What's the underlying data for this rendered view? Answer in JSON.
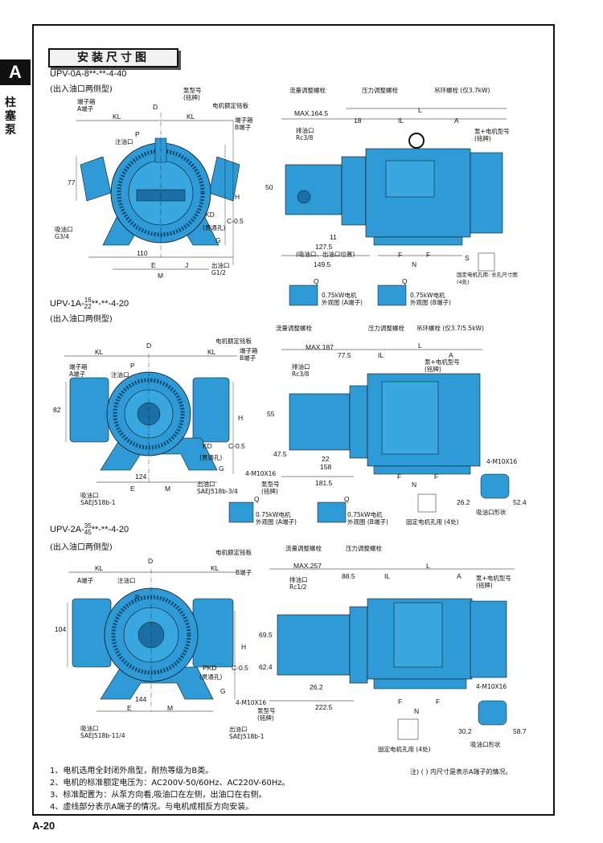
{
  "section": {
    "letter": "A",
    "label": "柱塞泵",
    "title": "安装尺寸图"
  },
  "page_number": "A-20",
  "diagrams": [
    {
      "model": "UPV-0A-8**-**-4-40",
      "subtitle": "(出入油口两侧型)",
      "labels": {
        "terminal_box_a": "端子箱\nA端子",
        "filling_port": "注油口",
        "pump_model": "泵型号\n(铭牌)",
        "motor_plate": "电机额定铭板",
        "terminal_box_b": "端子箱\nB端子",
        "flow_bolt": "流量调整螺栓",
        "pressure_bolt": "压力调整螺栓",
        "lifting_bolt": "吊环螺栓 (仅3.7kW)",
        "drain_port": "排油口\nRc3/8",
        "pump_motor_model": "泵+电机型号\n(铭牌)",
        "suction_port": "吸油口\nG3/4",
        "outlet_port": "出油口\nG1/2",
        "through_hole": "(贯通孔)",
        "pipe_note": "(吸油口、出油口位置)",
        "mount_holes": "固定电机孔用: 长孔尺寸图\n(4处)",
        "view_a": "0.75kW电机\n外观图 (A端子)",
        "view_b": "0.75kW电机\n外观图 (B端子)"
      },
      "dims": {
        "kl": "KL",
        "d": "D",
        "p": "P",
        "h": "H",
        "c": "C-0.5",
        "g": "G",
        "m": "M",
        "e": "E",
        "j": "J",
        "k": "KD",
        "w110": "110",
        "h77": "77",
        "max": "MAX.164.5",
        "v18": "18",
        "il": "IL",
        "l": "L",
        "a": "A",
        "v50": "50",
        "v11": "11",
        "v1275": "127.5",
        "v1495": "149.5",
        "f": "F",
        "n": "N",
        "q": "Q",
        "s": "S"
      }
    },
    {
      "model": "UPV-1A-16/22**-**-4-20",
      "model_frac_top": "16",
      "model_frac_bottom": "22",
      "model_prefix": "UPV-1A-",
      "model_suffix": "**-**-4-20",
      "subtitle": "(出入油口两侧型)",
      "labels": {
        "terminal_box_a": "端子箱\nA端子",
        "filling_port": "注油口",
        "motor_plate": "电机额定铭板",
        "terminal_box_b": "端子箱\nB端子",
        "flow_bolt": "流量调整螺栓",
        "pressure_bolt": "压力调整螺栓",
        "lifting_bolt": "吊环螺栓 (仅3.7/5.5kW)",
        "drain_port": "排油口\nRc3/8",
        "pump_motor_model": "泵+电机型号\n(铭牌)",
        "suction_port": "吸油口\nSAEJ518b-1",
        "outlet_port": "出油口\nSAEJ518b-3/4",
        "pump_model": "泵型号\n(铭牌)",
        "through_hole": "(贯通孔)",
        "bolt": "4-M10X16",
        "bolt2": "4-M10X16",
        "mount_holes": "固定电机孔用 (4处)",
        "suction_shape": "吸油口形状",
        "view_a": "0.75kW电机\n外观图 (A端子)",
        "view_b": "0.75kW电机\n外观图 (B端子)"
      },
      "dims": {
        "kl": "KL",
        "d": "D",
        "p": "P",
        "h": "H",
        "c": "C-0.5",
        "g": "G",
        "m": "M",
        "e": "E",
        "k": "KD",
        "w124": "124",
        "h82": "82",
        "max": "MAX.187",
        "v775": "77.5",
        "il": "IL",
        "l": "L",
        "a": "A",
        "v55": "55",
        "v475": "47.5",
        "v22": "22",
        "v158": "158",
        "v1815": "181.5",
        "v262": "26.2",
        "v524": "52.4",
        "f": "F",
        "n": "N",
        "q": "Q"
      }
    },
    {
      "model": "UPV-2A-35/45**-**-4-20",
      "model_frac_top": "35",
      "model_frac_bottom": "45",
      "model_prefix": "UPV-2A-",
      "model_suffix": "**-**-4-20",
      "subtitle": "(出入油口两侧型)",
      "labels": {
        "motor_plate": "电机额定铭板",
        "terminal_a": "A端子",
        "filling_port": "注油口",
        "terminal_b": "B端子",
        "flow_bolt": "流量调整螺栓",
        "pressure_bolt": "压力调整螺栓",
        "drain_port": "排油口\nRc1/2",
        "pump_motor_model": "泵+电机型号\n(铭牌)",
        "suction_port": "吸油口\nSAEJ518b-11/4",
        "outlet_port": "出油口\nSAEJ518b-1",
        "pump_model": "泵型号\n(铭牌)",
        "through_hole": "(贯通孔)",
        "bolt": "4-M10X16",
        "bolt2": "4-M10X16",
        "mount_holes": "固定电机孔用 (4处)",
        "suction_shape": "吸油口形状"
      },
      "dims": {
        "kl": "KL",
        "d": "D",
        "p": "P",
        "h": "H",
        "c": "C-0.5",
        "g": "G",
        "m": "M",
        "e": "E",
        "k": "PKD",
        "w144": "144",
        "h104": "104",
        "max": "MAX.257",
        "v885": "88.5",
        "il": "IL",
        "l": "L",
        "a": "A",
        "v695": "69.5",
        "v624": "62.4",
        "v262": "26.2",
        "v2225": "222.5",
        "v302": "30.2",
        "v587": "58.7",
        "f": "F",
        "n": "N"
      }
    }
  ],
  "notes": [
    "1、电机选用全封闭外扇型，耐热等级为B类。",
    "2、电机的标准额定电压为：AC200V-50/60Hz、AC220V-60Hz。",
    "3、标准配置为：从泵方向看,吸油口在左侧，出油口在右侧。",
    "4、虚线部分表示A端子的情况。与电机成相反方向安装。"
  ],
  "footnote": "注) ( ) 内尺寸是表示A端子的情况。",
  "colors": {
    "part_fill": "#2e9ad6",
    "part_dark": "#1a6fa6",
    "line": "#111111"
  }
}
